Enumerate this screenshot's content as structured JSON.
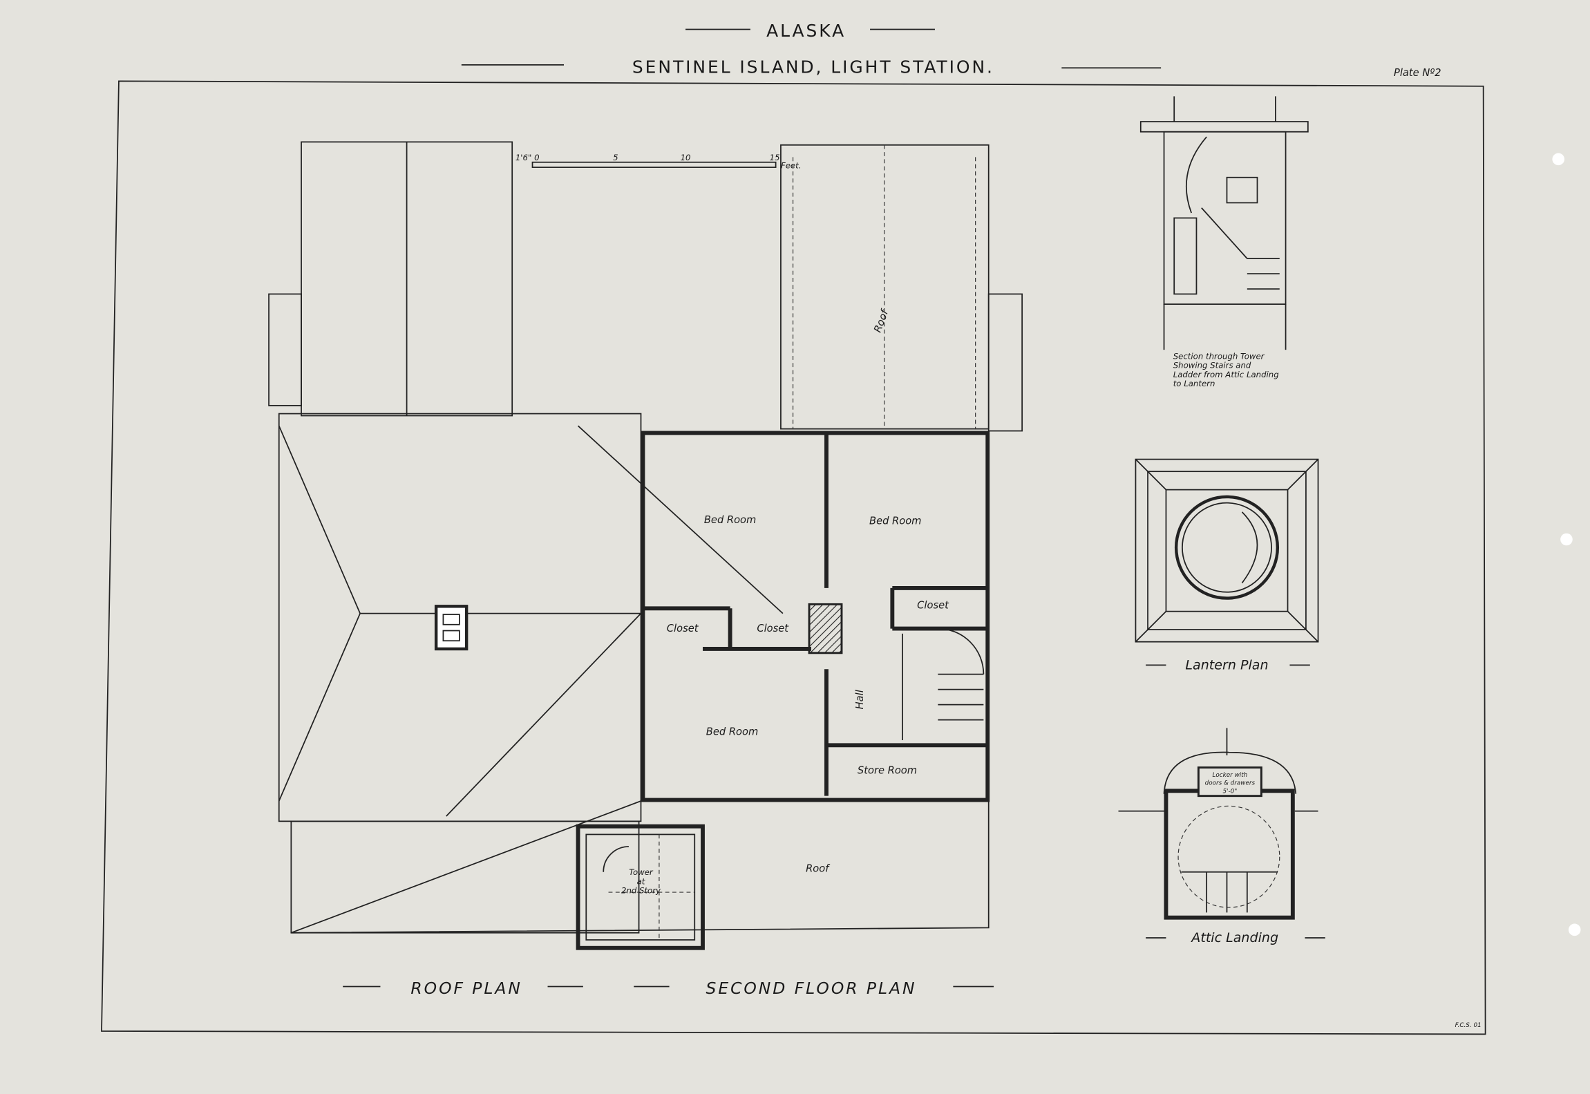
{
  "header": {
    "region": "ALASKA",
    "title": "SENTINEL ISLAND, LIGHT STATION.",
    "plate": "Plate Nº2"
  },
  "scale_bar": {
    "start_label": "1'6\" 0",
    "ticks": [
      "5",
      "10",
      "15"
    ],
    "unit": "Feet."
  },
  "roof_plan": {
    "label": "ROOF PLAN"
  },
  "second_floor_plan": {
    "label": "SECOND FLOOR PLAN",
    "attic_label": "Roof",
    "rooms": [
      {
        "name": "Bed Room"
      },
      {
        "name": "Bed Room"
      },
      {
        "name": "Closet"
      },
      {
        "name": "Closet"
      },
      {
        "name": "Closet"
      },
      {
        "name": "Bed Room"
      },
      {
        "name": "Hall"
      },
      {
        "name": "Store Room"
      },
      {
        "name": "Roof"
      }
    ],
    "tower": {
      "label_line1": "Tower",
      "label_line2": "at",
      "label_line3": "2nd Story"
    }
  },
  "tower_section": {
    "caption": [
      "Section through Tower",
      "Showing Stairs and",
      "Ladder from Attic Landing",
      "to Lantern"
    ]
  },
  "lantern_plan": {
    "label": "Lantern Plan"
  },
  "attic_landing": {
    "label": "Attic Landing",
    "locker_note": [
      "Locker with",
      "doors & drawers",
      "5'-0\""
    ]
  },
  "signature": "F.C.S. 01"
}
